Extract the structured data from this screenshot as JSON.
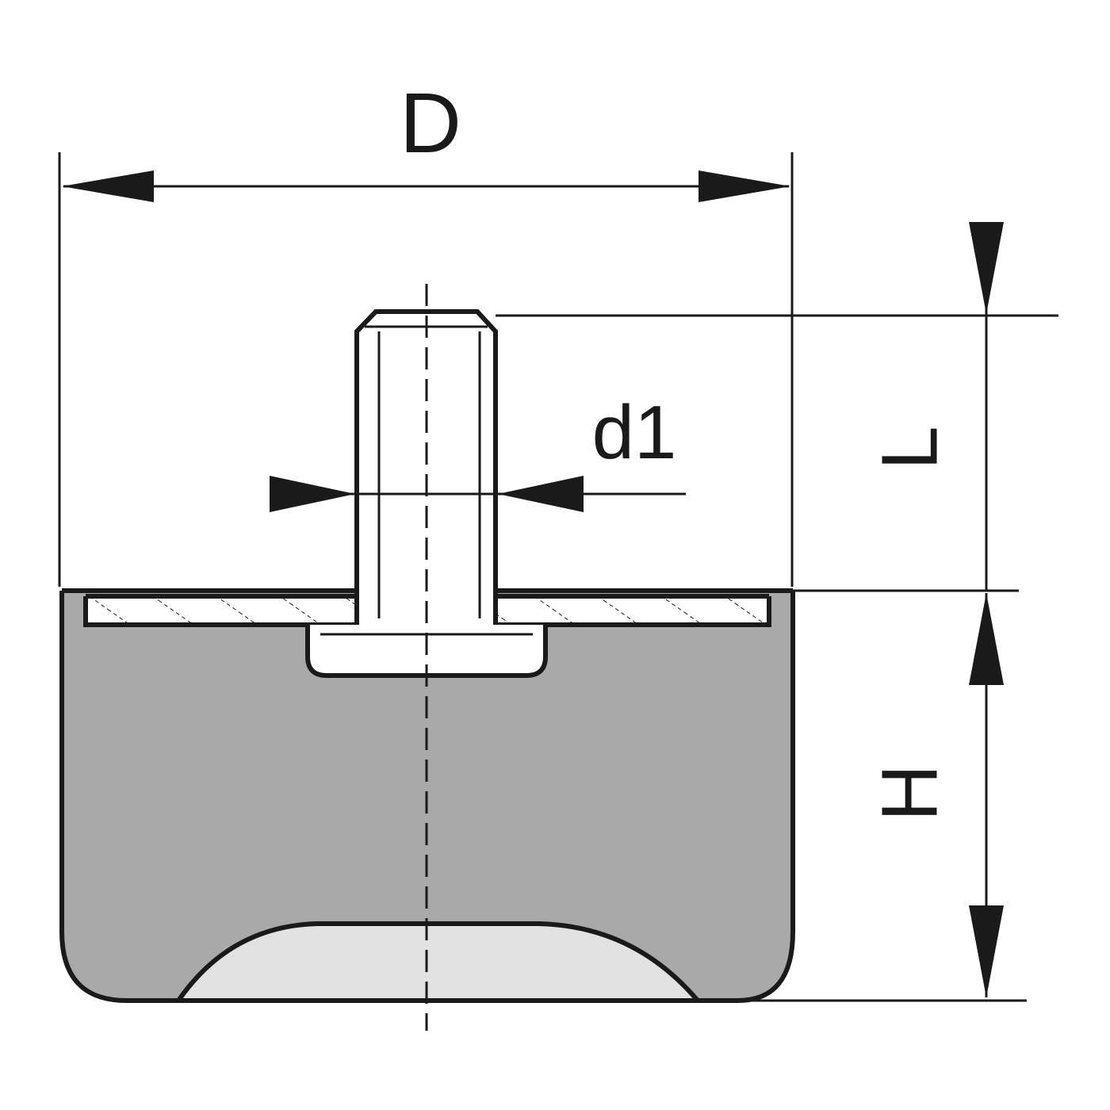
{
  "labels": {
    "D": "D",
    "d1": "d1",
    "L": "L",
    "H": "H"
  },
  "colors": {
    "ink": "#1a1a1a",
    "rubber": "#a9a9a9",
    "hollow": "#e2e2e2",
    "paper": "#ffffff"
  }
}
